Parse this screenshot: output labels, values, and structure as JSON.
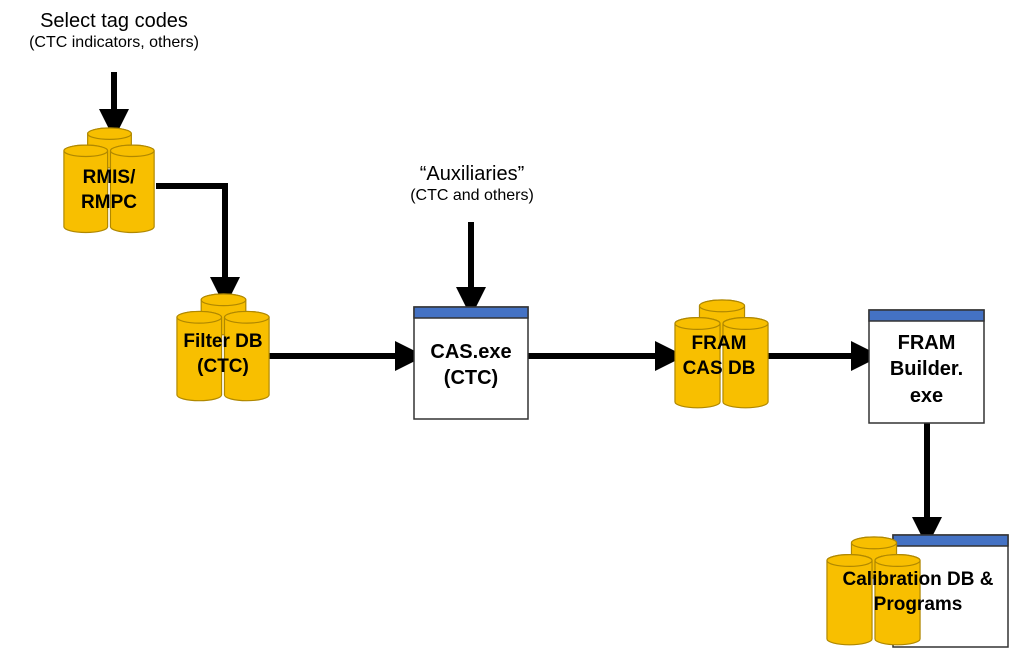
{
  "colors": {
    "db_fill": "#f8bf00",
    "db_stroke": "#b08800",
    "window_bar": "#4472c4",
    "window_border": "#333333",
    "arrow": "#000000"
  },
  "inputs": {
    "select_tag_codes": {
      "title": "Select tag codes",
      "subtitle": "(CTC indicators, others)"
    },
    "auxiliaries": {
      "title": "“Auxiliaries”",
      "subtitle": "(CTC and others)"
    }
  },
  "databases": {
    "rmis": {
      "line1": "RMIS/",
      "line2": "RMPC"
    },
    "filter": {
      "line1": "Filter DB",
      "line2": "(CTC)"
    },
    "fram_cas": {
      "line1": "FRAM",
      "line2": "CAS DB"
    },
    "calibration": {
      "line1": "Calibration DB &",
      "line2": "Programs"
    }
  },
  "processes": {
    "cas": {
      "line1": "CAS.exe",
      "line2": "(CTC)",
      "line3": ""
    },
    "fram_builder": {
      "line1": "FRAM",
      "line2": "Builder.",
      "line3": "exe"
    }
  }
}
